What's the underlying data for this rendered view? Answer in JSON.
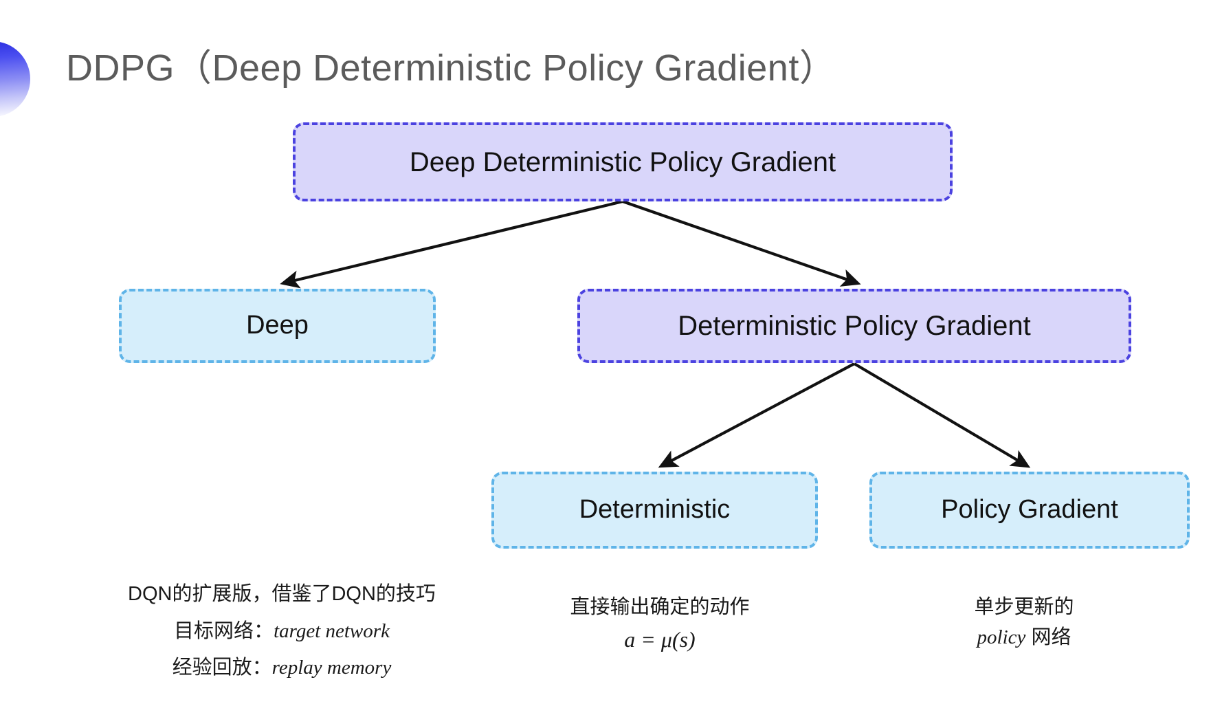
{
  "slide": {
    "title": "DDPG（Deep Deterministic Policy Gradient）",
    "bullet_icon": "half-circle-gradient-icon",
    "background_color": "#ffffff",
    "title_color": "#5b5b5b"
  },
  "colors": {
    "purple_fill": "#d9d6fa",
    "purple_border": "#4b42e0",
    "blue_fill": "#d6eefb",
    "blue_border": "#5fb4e8",
    "arrow": "#121212",
    "text": "#111111"
  },
  "diagram": {
    "type": "tree",
    "nodes": [
      {
        "id": "root",
        "label": "Deep Deterministic Policy Gradient",
        "style": "purple"
      },
      {
        "id": "deep",
        "label": "Deep",
        "style": "blue"
      },
      {
        "id": "dpg",
        "label": "Deterministic Policy Gradient",
        "style": "purple"
      },
      {
        "id": "deterministic",
        "label": "Deterministic",
        "style": "blue"
      },
      {
        "id": "policy_gradient",
        "label": "Policy Gradient",
        "style": "blue"
      }
    ],
    "edges": [
      {
        "from": "root",
        "to": "deep"
      },
      {
        "from": "root",
        "to": "dpg"
      },
      {
        "from": "dpg",
        "to": "deterministic"
      },
      {
        "from": "dpg",
        "to": "policy_gradient"
      }
    ]
  },
  "captions": {
    "left": {
      "line1": "DQN的扩展版，借鉴了DQN的技巧",
      "line2_label": "目标网络：",
      "line2_term": "target network",
      "line3_label": "经验回放：",
      "line3_term": "replay memory"
    },
    "middle": {
      "line1": "直接输出确定的动作",
      "formula": "a = μ(s)"
    },
    "right": {
      "line1": "单步更新的",
      "line2_term": "policy",
      "line2_suffix": " 网络"
    }
  }
}
